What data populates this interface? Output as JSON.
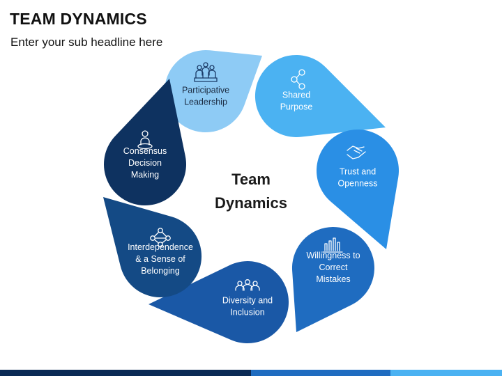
{
  "header": {
    "title": "TEAM DYNAMICS",
    "subtitle": "Enter your sub headline here"
  },
  "center": {
    "line1": "Team",
    "line2": "Dynamics"
  },
  "segments": [
    {
      "id": "participative",
      "lines": [
        "Participative",
        "Leadership"
      ],
      "icon": "team-podium-icon",
      "color": "#8ECBF5"
    },
    {
      "id": "shared",
      "lines": [
        "Shared",
        "Purpose"
      ],
      "icon": "share-icon",
      "color": "#4BB2F2"
    },
    {
      "id": "trust",
      "lines": [
        "Trust and",
        "Openness"
      ],
      "icon": "handshake-icon",
      "color": "#2A8FE5"
    },
    {
      "id": "willingness",
      "lines": [
        "Willingness to",
        "Correct",
        "Mistakes"
      ],
      "icon": "raised-hands-icon",
      "color": "#1F6CC0"
    },
    {
      "id": "diversity",
      "lines": [
        "Diversity and",
        "Inclusion"
      ],
      "icon": "group-icon",
      "color": "#1A58A6"
    },
    {
      "id": "interdependence",
      "lines": [
        "Interdependence",
        "& a Sense of",
        "Belonging"
      ],
      "icon": "network-icon",
      "color": "#144A85"
    },
    {
      "id": "consensus",
      "lines": [
        "Consensus",
        "Decision",
        "Making"
      ],
      "icon": "person-target-icon",
      "color": "#0E3260"
    }
  ],
  "colors": {
    "icon_dark": "#1a3a66",
    "icon_light": "#ffffff",
    "bar_dark": "#0b2a55",
    "bar_mid": "#1f6cc0",
    "bar_light": "#4bb2f2"
  }
}
